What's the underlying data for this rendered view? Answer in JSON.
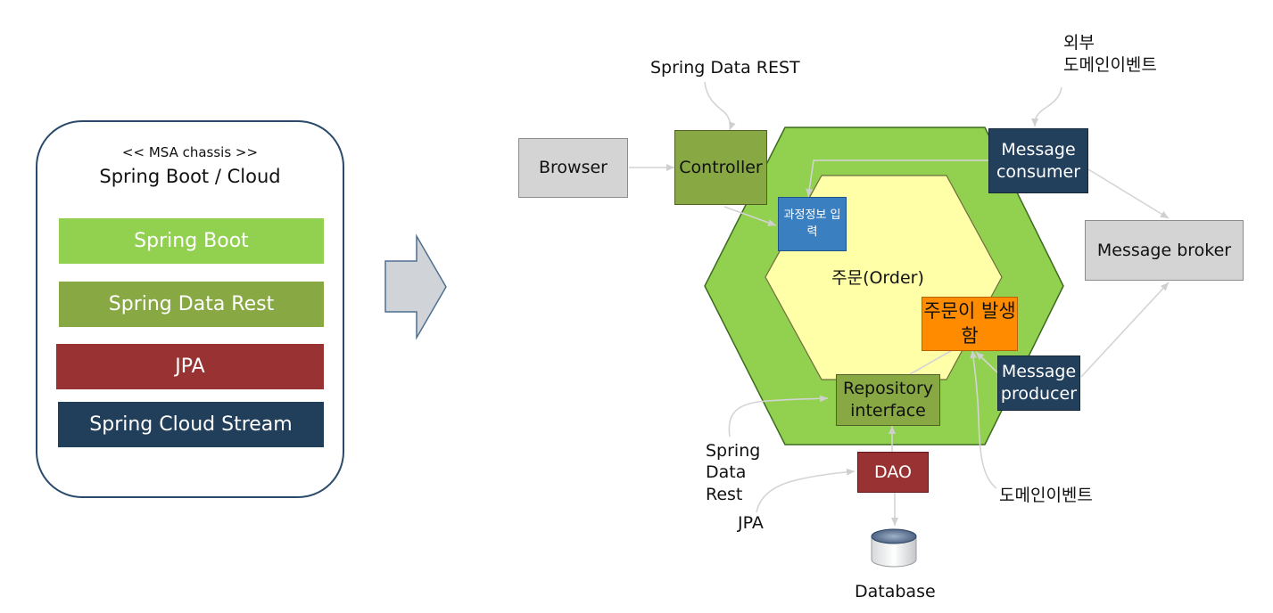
{
  "chassis": {
    "subtitle": "<< MSA chassis >>",
    "title": "Spring Boot / Cloud",
    "layers": [
      {
        "label": "Spring Boot",
        "color": "#92d050"
      },
      {
        "label": "Spring Data Rest",
        "color": "#88a844"
      },
      {
        "label": "JPA",
        "color": "#993333"
      },
      {
        "label": "Spring Cloud Stream",
        "color": "#213e5a"
      }
    ]
  },
  "diagram": {
    "browser": "Browser",
    "controller": "Controller",
    "message_consumer": "Message consumer",
    "message_broker": "Message broker",
    "message_producer": "Message producer",
    "input_box": "과정정보 입력",
    "core_label": "주문(Order)",
    "event_box": "주문이 발생함",
    "repository": "Repository interface",
    "dao": "DAO",
    "database": "Database",
    "annotations": {
      "spring_data_rest_top": "Spring Data REST",
      "external_event_line1": "외부",
      "external_event_line2": "도메인이벤트",
      "spring_data_rest_bottom_1": "Spring",
      "spring_data_rest_bottom_2": "Data",
      "spring_data_rest_bottom_3": "Rest",
      "jpa": "JPA",
      "domain_event": "도메인이벤트"
    },
    "colors": {
      "outer_hexagon": "#92d050",
      "inner_hexagon": "#ffffa8",
      "arrow": "#d4d4d4"
    }
  }
}
